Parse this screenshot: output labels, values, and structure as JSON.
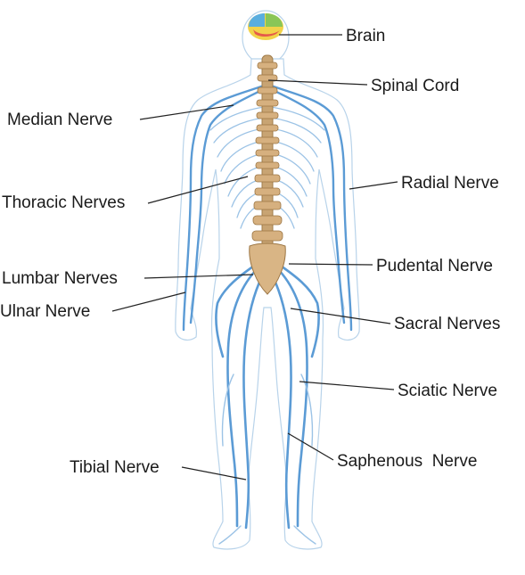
{
  "labels": {
    "brain": "Brain",
    "spinal_cord": "Spinal Cord",
    "median_nerve": "Median Nerve",
    "radial_nerve": "Radial Nerve",
    "thoracic_nerves": "Thoracic Nerves",
    "lumbar_nerves": "Lumbar Nerves",
    "pudental_nerve": "Pudental Nerve",
    "ulnar_nerve": "Ulnar Nerve",
    "sacral_nerves": "Sacral Nerves",
    "sciatic_nerve": "Sciatic Nerve",
    "tibial_nerve": "Tibial Nerve",
    "saphenous_nerve": "Saphenous  Nerve"
  },
  "colors": {
    "nerve": "#5b9bd5",
    "nerve_light": "#9cc3e6",
    "body_outline": "#b8d3ea",
    "spine": "#c8a473",
    "label_text": "#1a1a1a"
  }
}
